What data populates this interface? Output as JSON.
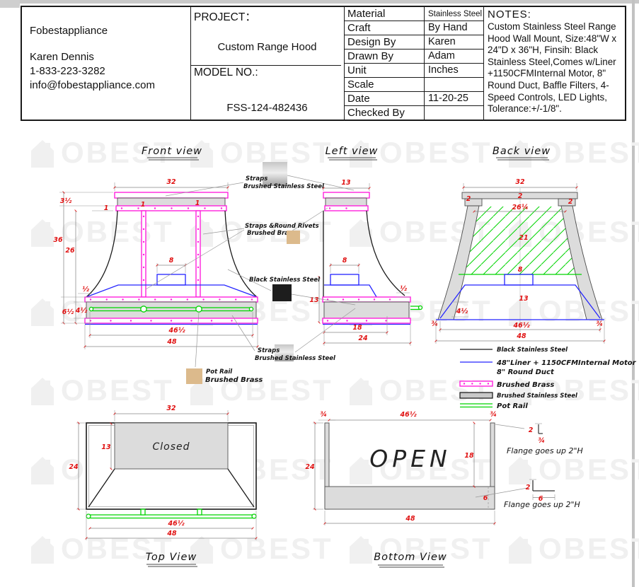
{
  "page": {
    "watermark": "OBEST"
  },
  "title_block": {
    "company": {
      "name": "Fobestappliance",
      "contact": "Karen Dennis",
      "phone": "1-833-223-3282",
      "email": "info@fobestappliance.com"
    },
    "project": {
      "label": "PROJECT：",
      "value": "Custom Range Hood"
    },
    "model": {
      "label": "MODEL NO.:",
      "value": "FSS-124-482436"
    },
    "specs": [
      {
        "label": "Material",
        "value": "Stainless Steel"
      },
      {
        "label": "Craft",
        "value": "By Hand"
      },
      {
        "label": "Design By",
        "value": "Karen"
      },
      {
        "label": "Drawn By",
        "value": "Adam"
      },
      {
        "label": "Unit",
        "value": "Inches"
      },
      {
        "label": "Scale",
        "value": ""
      },
      {
        "label": "Date",
        "value": "11-20-25"
      },
      {
        "label": "Checked By",
        "value": ""
      }
    ],
    "notes": {
      "label": "NOTES:",
      "text": "Custom Stainless Steel Range Hood Wall Mount, Size:48\"W x 24\"D x 36\"H, Finsih: Black Stainless Steel,Comes w/Liner +1150CFMInternal Motor, 8\" Round Duct, Baffle Filters, 4-Speed Controls, LED Lights, Tolerance:+/-1/8\"."
    }
  },
  "views": {
    "front": {
      "title": "Front view",
      "dims": {
        "w32": "32",
        "h35": "3½",
        "s1l": "1",
        "s1a": "1",
        "s1b": "1",
        "h36": "36",
        "h26": "26",
        "w8": "8",
        "half": "½",
        "h65": "6½",
        "h45": "4½",
        "w465": "46½",
        "w48": "48"
      }
    },
    "left": {
      "title": "Left view",
      "dims": {
        "d13": "13",
        "w8": "8",
        "h13": "13",
        "half": "½",
        "d18": "18",
        "d24": "24"
      }
    },
    "back": {
      "title": "Back view",
      "dims": {
        "w32": "32",
        "t2l": "2",
        "t2c": "2",
        "t2r": "2",
        "w2614": "26¼",
        "h21": "21",
        "w8": "8",
        "h13": "13",
        "h45": "4½",
        "f34l": "¾",
        "f34r": "¾",
        "w465": "46½",
        "w48": "48"
      }
    },
    "top": {
      "title": "Top View",
      "label": "Closed",
      "dims": {
        "w32": "32",
        "d13": "13",
        "d24": "24",
        "w465": "46½",
        "w48": "48"
      }
    },
    "bottom": {
      "title": "Bottom View",
      "label": "OPEN",
      "dims": {
        "f34l": "¾",
        "w465": "46½",
        "f34r": "¾",
        "d24": "24",
        "d18": "18",
        "h6": "6",
        "w48": "48"
      },
      "flange_top": {
        "v": "2",
        "h": "¾",
        "note": "Flange goes up 2\"H"
      },
      "flange_bottom": {
        "v": "2",
        "h": "6",
        "note": "Flange goes up 2\"H"
      }
    }
  },
  "callouts": {
    "straps_top": {
      "line1": "Straps",
      "line2": "Brushed Stainless Steel"
    },
    "rivets": {
      "line1": "Straps &Round Rivets",
      "line2": "Brushed Brass"
    },
    "black": {
      "line1": "Black Stainless Steel"
    },
    "straps_bottom": {
      "line1": "Straps",
      "line2": "Brushed Stainless Steel"
    },
    "potrail": {
      "line1": "Pot Rail",
      "line2": "Brushed Brass"
    }
  },
  "legend": {
    "items": [
      {
        "label": "Black Stainless Steel"
      },
      {
        "label": "48\"Liner + 1150CFMInternal Motor",
        "label2": "8\" Round Duct"
      },
      {
        "label": "Brushed Brass"
      },
      {
        "label": "Brushed Stainless Steel"
      },
      {
        "label": "Pot Rail"
      }
    ]
  },
  "colors": {
    "dim_red": "#e01111",
    "magenta": "#ff22dd",
    "blue": "#2424ff",
    "green": "#00d400",
    "brass": "#dcba8c",
    "steel_gray": "#dcdcdc",
    "black_steel": "#1d1d1d"
  }
}
